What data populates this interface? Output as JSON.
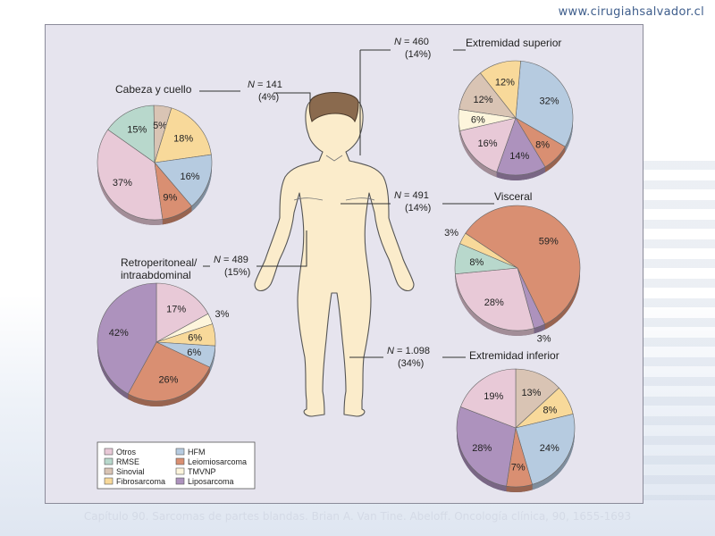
{
  "site_url": "www.cirugiahsalvador.cl",
  "caption": "Capítulo 90. Sarcomas de partes blandas. Brian A. Van Tine. Abeloff. Oncología clínica, 90, 1655-1693",
  "colors": {
    "Otros": "#e8c9d7",
    "RMSE": "#b8d8cc",
    "Sinovial": "#d9c4b4",
    "Fibrosarcoma": "#f8d99a",
    "HFM": "#b6cbe0",
    "Leiomiosarcoma": "#d98f72",
    "TMVNP": "#fdf5dc",
    "Liposarcoma": "#ad92bd",
    "panel": "#e6e4ee",
    "body": "#fbeccb"
  },
  "chart_data": [
    {
      "type": "pie",
      "title": "Cabeza y cuello",
      "n_label": "N = 141",
      "pct_label": "(4%)",
      "slices": [
        {
          "name": "Otros",
          "value": 37,
          "label": "37%"
        },
        {
          "name": "RMSE",
          "value": 15,
          "label": "15%"
        },
        {
          "name": "Sinovial",
          "value": 5,
          "label": "5%"
        },
        {
          "name": "Fibrosarcoma",
          "value": 18,
          "label": "18%"
        },
        {
          "name": "HFM",
          "value": 16,
          "label": "16%"
        },
        {
          "name": "Leiomiosarcoma",
          "value": 9,
          "label": "9%"
        }
      ]
    },
    {
      "type": "pie",
      "title": "Extremidad superior",
      "n_label": "N = 460",
      "pct_label": "(14%)",
      "slices": [
        {
          "name": "HFM",
          "value": 32,
          "label": "32%"
        },
        {
          "name": "Leiomiosarcoma",
          "value": 8,
          "label": "8%"
        },
        {
          "name": "Liposarcoma",
          "value": 14,
          "label": "14%"
        },
        {
          "name": "Otros",
          "value": 16,
          "label": "16%"
        },
        {
          "name": "TMVNP",
          "value": 6,
          "label": "6%"
        },
        {
          "name": "Sinovial",
          "value": 12,
          "label": "12%"
        },
        {
          "name": "Fibrosarcoma",
          "value": 12,
          "label": "12%"
        }
      ]
    },
    {
      "type": "pie",
      "title": "Visceral",
      "n_label": "N = 491",
      "pct_label": "(14%)",
      "slices": [
        {
          "name": "Liposarcoma",
          "value": 3,
          "label": "3%"
        },
        {
          "name": "Otros",
          "value": 28,
          "label": "28%"
        },
        {
          "name": "RMSE",
          "value": 8,
          "label": "8%"
        },
        {
          "name": "Fibrosarcoma",
          "value": 3,
          "label": "3%"
        },
        {
          "name": "Leiomiosarcoma",
          "value": 59,
          "label": "59%"
        }
      ]
    },
    {
      "type": "pie",
      "title": "Retroperitoneal/ intraabdominal",
      "title_lines": [
        "Retroperitoneal/",
        "intraabdominal"
      ],
      "n_label": "N = 489",
      "pct_label": "(15%)",
      "slices": [
        {
          "name": "Otros",
          "value": 17,
          "label": "17%"
        },
        {
          "name": "TMVNP",
          "value": 3,
          "label": "3%"
        },
        {
          "name": "Fibrosarcoma",
          "value": 6,
          "label": "6%"
        },
        {
          "name": "HFM",
          "value": 6,
          "label": "6%"
        },
        {
          "name": "Leiomiosarcoma",
          "value": 26,
          "label": "26%"
        },
        {
          "name": "Liposarcoma",
          "value": 42,
          "label": "42%"
        }
      ]
    },
    {
      "type": "pie",
      "title": "Extremidad inferior",
      "n_label": "N = 1.098",
      "pct_label": "(34%)",
      "slices": [
        {
          "name": "Sinovial",
          "value": 13,
          "label": "13%"
        },
        {
          "name": "Fibrosarcoma",
          "value": 8,
          "label": "8%"
        },
        {
          "name": "HFM",
          "value": 24,
          "label": "24%"
        },
        {
          "name": "Leiomiosarcoma",
          "value": 7,
          "label": "7%"
        },
        {
          "name": "Liposarcoma",
          "value": 28,
          "label": "28%"
        },
        {
          "name": "Otros",
          "value": 19,
          "label": "19%"
        }
      ]
    }
  ],
  "legend": [
    {
      "name": "Otros",
      "label": "Otros"
    },
    {
      "name": "RMSE",
      "label": "RMSE"
    },
    {
      "name": "Sinovial",
      "label": "Sinovial"
    },
    {
      "name": "Fibrosarcoma",
      "label": "Fibrosarcoma"
    },
    {
      "name": "HFM",
      "label": "HFM"
    },
    {
      "name": "Leiomiosarcoma",
      "label": "Leiomiosarcoma"
    },
    {
      "name": "TMVNP",
      "label": "TMVNP"
    },
    {
      "name": "Liposarcoma",
      "label": "Liposarcoma"
    }
  ]
}
